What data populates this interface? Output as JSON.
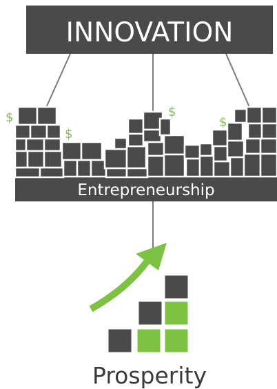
{
  "innovation": {
    "label": "INNOVATION"
  },
  "entrepreneurship": {
    "label": "Entrepreneurship"
  },
  "prosperity": {
    "label": "Prosperity"
  },
  "dollar_symbol": "$",
  "colors": {
    "dark": "#4a4a4a",
    "green": "#7dc242",
    "connector": "#7a7a7a",
    "text_light": "#ffffff",
    "text_dark": "#3a3a3a"
  },
  "icons": [
    "dollar-sign-icon",
    "growth-arrow-icon",
    "block-staircase-icon",
    "building-blocks-skyline-icon"
  ]
}
